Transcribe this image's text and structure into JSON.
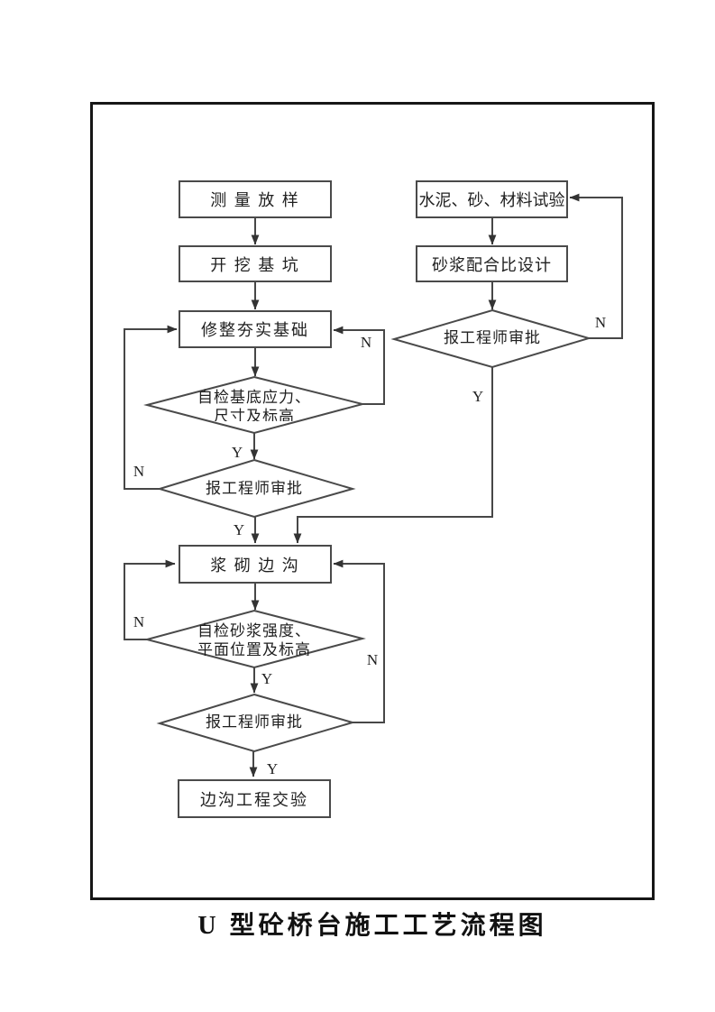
{
  "page": {
    "title": "U 型砼桥台施工工艺流程图"
  },
  "colors": {
    "line": "#474747",
    "frame_border": "#161616",
    "text": "#1f1f1f"
  },
  "nodes": {
    "survey": "测 量 放 样",
    "excavate": "开 挖 基 坑",
    "foundation": "修整夯实基础",
    "ditch": "浆 砌 边 沟",
    "handover": "边沟工程交验",
    "material_test": "水泥、砂、材料试验",
    "mix_design": "砂浆配合比设计"
  },
  "decisions": {
    "check_base": {
      "line1": "自检基底应力、",
      "line2": "尺寸及标高"
    },
    "approve_base": "报工程师审批",
    "check_mortar": {
      "line1": "自检砂浆强度、",
      "line2": "平面位置及标高"
    },
    "approve_ditch": "报工程师审批",
    "approve_mix": "报工程师审批"
  },
  "labels": {
    "yes": "Y",
    "no": "N"
  }
}
